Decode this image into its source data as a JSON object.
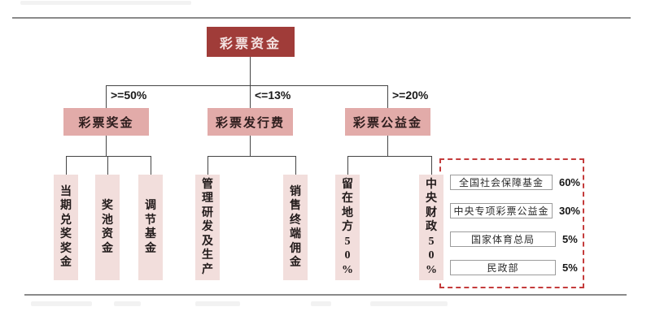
{
  "diagram": {
    "root": {
      "label": "彩票资金"
    },
    "branches": [
      {
        "percent": ">=50%",
        "label": "彩票奖金",
        "children": [
          "当期兑奖奖金",
          "奖池资金",
          "调节基金"
        ]
      },
      {
        "percent": "<=13%",
        "label": "彩票发行费",
        "children": [
          "管理研发及生产",
          "销售终端佣金"
        ]
      },
      {
        "percent": ">=20%",
        "label": "彩票公益金",
        "children": [
          "留在地方50%",
          "中央财政50%"
        ]
      }
    ],
    "central_allocation_panel": {
      "rows": [
        {
          "label": "全国社会保障基金",
          "percent": "60%"
        },
        {
          "label": "中央专项彩票公益金",
          "percent": "30%"
        },
        {
          "label": "国家体育总局",
          "percent": "5%"
        },
        {
          "label": "民政部",
          "percent": "5%"
        }
      ]
    },
    "colors": {
      "root_box": "#A03C39",
      "level2_box": "#E2ABA9",
      "leaf_box": "#F2DEDC",
      "dashed_panel_border": "#C43C3C",
      "connector_line": "#454545",
      "separator_rule": "#8A8A8A"
    }
  }
}
